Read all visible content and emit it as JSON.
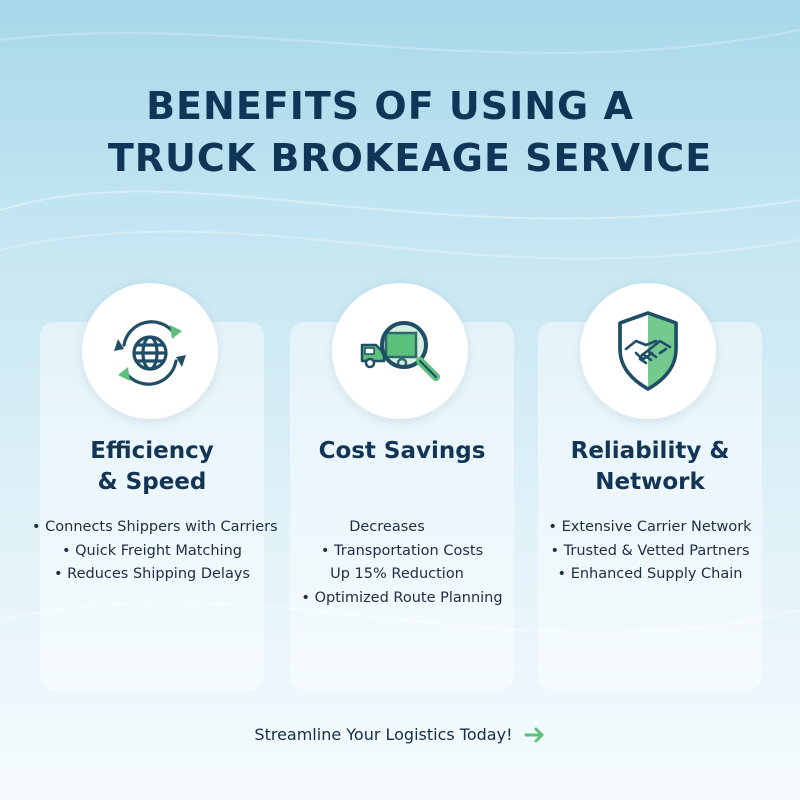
{
  "title_line1": "BENEFITS OF USING A",
  "title_line2": "TRUCK BROKEAGE SERVICE",
  "cards": [
    {
      "icon": "globe-refresh-icon",
      "title_lines": [
        "Efficiency",
        "& Speed"
      ],
      "bullets": [
        "• Connects Shippers with Carriers",
        "• Quick Freight Matching",
        "• Reduces Shipping Delays"
      ]
    },
    {
      "icon": "truck-magnifier-icon",
      "title_lines": [
        "Cost Savings"
      ],
      "bullets": [
        "Decreases",
        "• Transportation Costs",
        "Up 15% Reduction",
        "• Optimized Route Planning"
      ]
    },
    {
      "icon": "shield-handshake-icon",
      "title_lines": [
        "Reliability &",
        "Network"
      ],
      "bullets": [
        "• Extensive Carrier Network",
        "• Trusted & Vetted Partners",
        "• Enhanced Supply Chain"
      ]
    }
  ],
  "cta": "Streamline Your Logistics Today!",
  "colors": {
    "navy": "#0f3557",
    "green": "#5bc07a",
    "teal": "#1f4e66",
    "background_top": "#a8d8ea"
  }
}
